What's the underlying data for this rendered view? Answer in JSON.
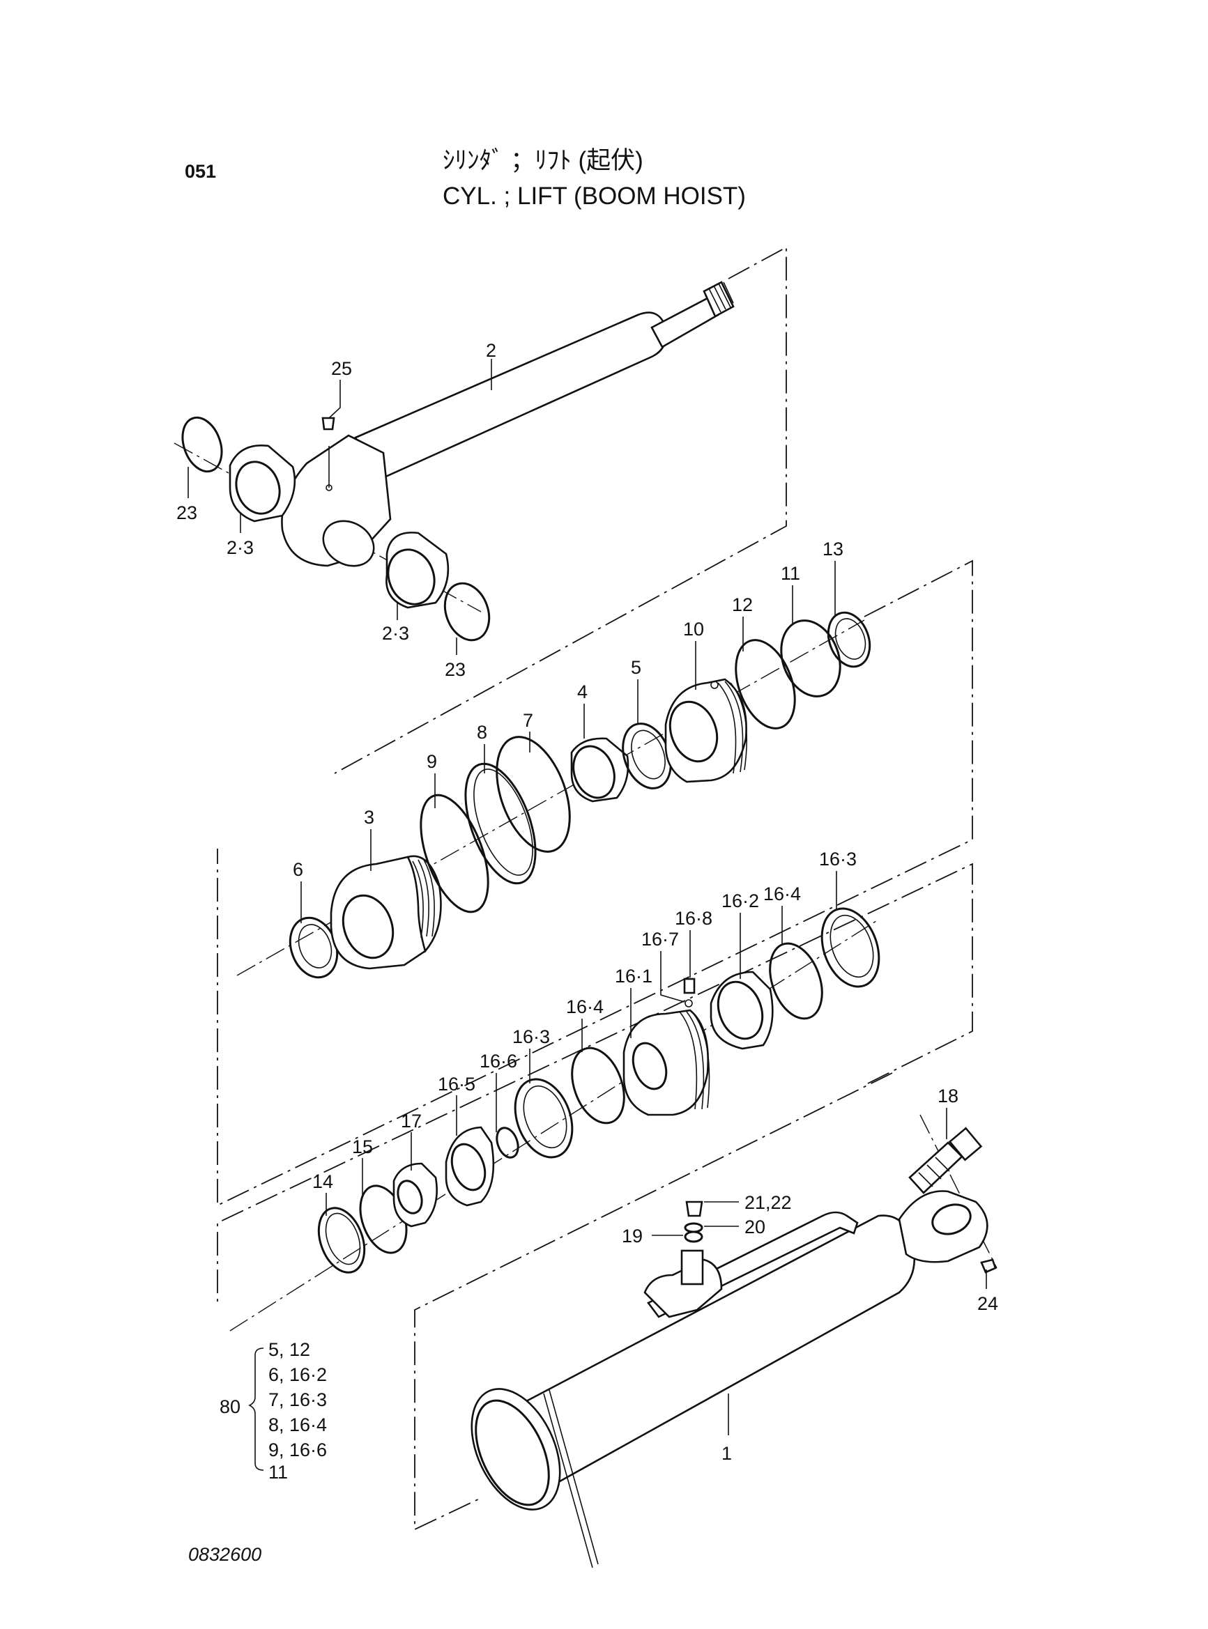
{
  "header": {
    "page_code": "051",
    "title_jp": "ｼﾘﾝﾀﾞ ；ﾘﾌﾄ (起伏)",
    "title_en": "CYL. ; LIFT (BOOM  HOIST)"
  },
  "callouts": {
    "c1": "1",
    "c2": "2",
    "c3": "3",
    "c4": "4",
    "c5": "5",
    "c6": "6",
    "c7": "7",
    "c8": "8",
    "c9": "9",
    "c10": "10",
    "c11": "11",
    "c12": "12",
    "c13": "13",
    "c14": "14",
    "c15": "15",
    "c17": "17",
    "c18": "18",
    "c19": "19",
    "c20": "20",
    "c2122": "21,22",
    "c24": "24",
    "c25": "25",
    "c23a": "23",
    "c23b": "23",
    "c23c": "2·3",
    "c23d": "2·3",
    "c161": "16·1",
    "c162": "16·2",
    "c163a": "16·3",
    "c163b": "16·3",
    "c164a": "16·4",
    "c164b": "16·4",
    "c165": "16·5",
    "c166": "16·6",
    "c167": "16·7",
    "c168": "16·8"
  },
  "kit": {
    "number": "80",
    "rows": [
      "5,  12",
      "6,  16·2",
      "7,  16·3",
      "8,  16·4",
      "9,  16·6",
      "11"
    ]
  },
  "footer": {
    "drawing_no": "0832600"
  }
}
